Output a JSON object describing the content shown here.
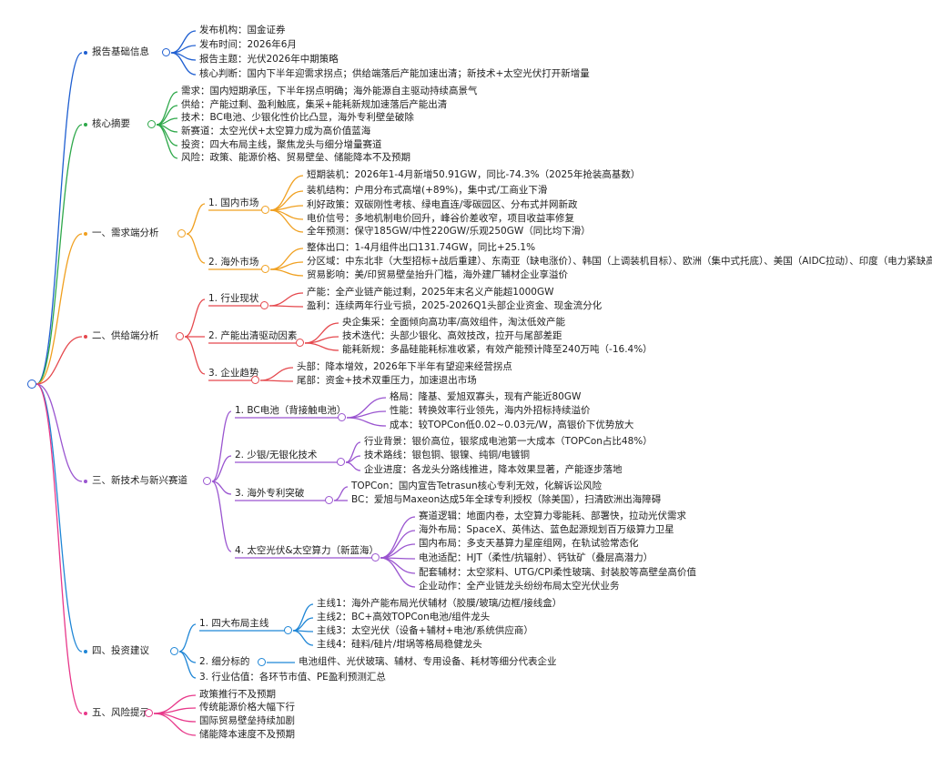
{
  "colors": {
    "root": "#1f5fd1",
    "branches": [
      "#1f5fd1",
      "#2ea84a",
      "#f0a020",
      "#e5484d",
      "#9a55d0",
      "#1f86d6",
      "#e8388a"
    ]
  },
  "sections": [
    {
      "label": "报告基础信息",
      "children": [
        {
          "label": "发布机构：国金证券"
        },
        {
          "label": "发布时间：2026年6月"
        },
        {
          "label": "报告主题：光伏2026年中期策略"
        },
        {
          "label": "核心判断：国内下半年迎需求拐点；供给端落后产能加速出清；新技术+太空光伏打开新增量"
        }
      ]
    },
    {
      "label": "核心摘要",
      "children": [
        {
          "label": "需求：国内短期承压，下半年拐点明确；海外能源自主驱动持续高景气"
        },
        {
          "label": "供给：产能过剩、盈利触底，集采+能耗新规加速落后产能出清"
        },
        {
          "label": "技术：BC电池、少银化性价比凸显，海外专利壁垒破除"
        },
        {
          "label": "新赛道：太空光伏+太空算力成为高价值蓝海"
        },
        {
          "label": "投资：四大布局主线，聚焦龙头与细分增量赛道"
        },
        {
          "label": "风险：政策、能源价格、贸易壁垒、储能降本不及预期"
        }
      ]
    },
    {
      "label": "一、需求端分析",
      "children": [
        {
          "label": "1. 国内市场",
          "children": [
            {
              "label": "短期装机：2026年1-4月新增50.91GW，同比-74.3%（2025年抢装高基数）"
            },
            {
              "label": "装机结构：户用分布式高增(+89%)，集中式/工商业下滑"
            },
            {
              "label": "利好政策：双碳刚性考核、绿电直连/零碳园区、分布式并网新政"
            },
            {
              "label": "电价信号：多地机制电价回升，峰谷价差收窄，项目收益率修复"
            },
            {
              "label": "全年预测：保守185GW/中性220GW/乐观250GW（同比均下滑）"
            }
          ]
        },
        {
          "label": "2. 海外市场",
          "children": [
            {
              "label": "整体出口：1-4月组件出口131.74GW，同比+25.1%"
            },
            {
              "label": "分区域：中东北非（大型招标+战后重建）、东南亚（缺电涨价）、韩国（上调装机目标）、欧洲（集中式托底）、美国（AIDC拉动）、印度（电力紧缺高增）"
            },
            {
              "label": "贸易影响：美/印贸易壁垒抬升门槛，海外建厂辅材企业享溢价"
            }
          ]
        }
      ]
    },
    {
      "label": "二、供给端分析",
      "children": [
        {
          "label": "1. 行业现状",
          "children": [
            {
              "label": "产能：全产业链产能过剩，2025年末名义产能超1000GW"
            },
            {
              "label": "盈利：连续两年行业亏损，2025-2026Q1头部企业资金、现金流分化"
            }
          ]
        },
        {
          "label": "2. 产能出清驱动因素",
          "children": [
            {
              "label": "央企集采：全面倾向高功率/高效组件，淘汰低效产能"
            },
            {
              "label": "技术迭代：头部少银化、高效技改，拉开与尾部差距"
            },
            {
              "label": "能耗新规：多晶硅能耗标准收紧，有效产能预计降至240万吨（-16.4%）"
            }
          ]
        },
        {
          "label": "3. 企业趋势",
          "children": [
            {
              "label": "头部：降本增效，2026年下半年有望迎来经营拐点"
            },
            {
              "label": "尾部：资金+技术双重压力，加速退出市场"
            }
          ]
        }
      ]
    },
    {
      "label": "三、新技术与新兴赛道",
      "children": [
        {
          "label": "1. BC电池（背接触电池）",
          "children": [
            {
              "label": "格局：隆基、爱旭双寡头，现有产能近80GW"
            },
            {
              "label": "性能：转换效率行业领先，海内外招标持续溢价"
            },
            {
              "label": "成本：较TOPCon低0.02~0.03元/W，高银价下优势放大"
            }
          ]
        },
        {
          "label": "2. 少银/无银化技术",
          "children": [
            {
              "label": "行业背景：银价高位，银浆成电池第一大成本（TOPCon占比48%）"
            },
            {
              "label": "技术路线：银包铜、银镍、纯铜/电镀铜"
            },
            {
              "label": "企业进度：各龙头分路线推进，降本效果显著，产能逐步落地"
            }
          ]
        },
        {
          "label": "3. 海外专利突破",
          "children": [
            {
              "label": "TOPCon：国内宣告Tetrasun核心专利无效，化解诉讼风险"
            },
            {
              "label": "BC：爱旭与Maxeon达成5年全球专利授权（除美国），扫清欧洲出海障碍"
            }
          ]
        },
        {
          "label": "4. 太空光伏&太空算力（新蓝海）",
          "children": [
            {
              "label": "赛道逻辑：地面内卷，太空算力零能耗、部署快，拉动光伏需求"
            },
            {
              "label": "海外布局：SpaceX、英伟达、蓝色起源规划百万级算力卫星"
            },
            {
              "label": "国内布局：多支天基算力星座组网，在轨试验常态化"
            },
            {
              "label": "电池适配：HJT（柔性/抗辐射）、钙钛矿（叠层高潜力）"
            },
            {
              "label": "配套辅材：太空浆料、UTG/CPI柔性玻璃、封装胶等高壁垒高价值"
            },
            {
              "label": "企业动作：全产业链龙头纷纷布局太空光伏业务"
            }
          ]
        }
      ]
    },
    {
      "label": "四、投资建议",
      "children": [
        {
          "label": "1. 四大布局主线",
          "children": [
            {
              "label": "主线1：海外产能布局光伏辅材（胶膜/玻璃/边框/接线盒）"
            },
            {
              "label": "主线2：BC+高效TOPCon电池/组件龙头"
            },
            {
              "label": "主线3：太空光伏（设备+辅材+电池/系统供应商）"
            },
            {
              "label": "主线4：硅料/硅片/坩埚等格局稳健龙头"
            }
          ]
        },
        {
          "label": "2. 细分标的",
          "children": [
            {
              "label": "电池组件、光伏玻璃、辅材、专用设备、耗材等细分代表企业"
            }
          ]
        },
        {
          "label": "3. 行业估值：各环节市值、PE盈利预测汇总"
        }
      ]
    },
    {
      "label": "五、风险提示",
      "children": [
        {
          "label": "政策推行不及预期"
        },
        {
          "label": "传统能源价格大幅下行"
        },
        {
          "label": "国际贸易壁垒持续加剧"
        },
        {
          "label": "储能降本速度不及预期"
        }
      ]
    }
  ]
}
